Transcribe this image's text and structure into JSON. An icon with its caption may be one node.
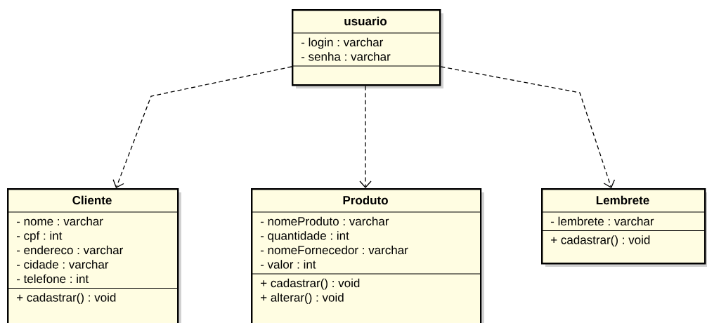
{
  "diagram": {
    "nodes": [
      {
        "text": [
          "usuario",
          "- login : varchar",
          "- senha : varchar"
        ]
      },
      {
        "text": [
          "Cliente",
          "- nome : varchar",
          "- cpf : int",
          "- endereco : varchar",
          "- cidade : varchar",
          "- telefone : int",
          "+ cadastrar() : void"
        ]
      },
      {
        "text": [
          "Produto",
          "- nomeProduto : varchar",
          "- quantidade : int",
          "- nomeFornecedor : varchar",
          "- valor : int",
          "+ cadastrar() : void",
          "+ alterar() : void"
        ]
      },
      {
        "text": [
          "Lembrete",
          "- lembrete : varchar",
          "+ cadastrar() : void"
        ]
      }
    ],
    "edges": [
      {
        "from": 0,
        "to": 1,
        "arrow": "to",
        "style": "dashed"
      },
      {
        "from": 0,
        "to": 2,
        "arrow": "to",
        "style": "dashed"
      },
      {
        "from": 0,
        "to": 3,
        "arrow": "to",
        "style": "dashed"
      }
    ]
  }
}
